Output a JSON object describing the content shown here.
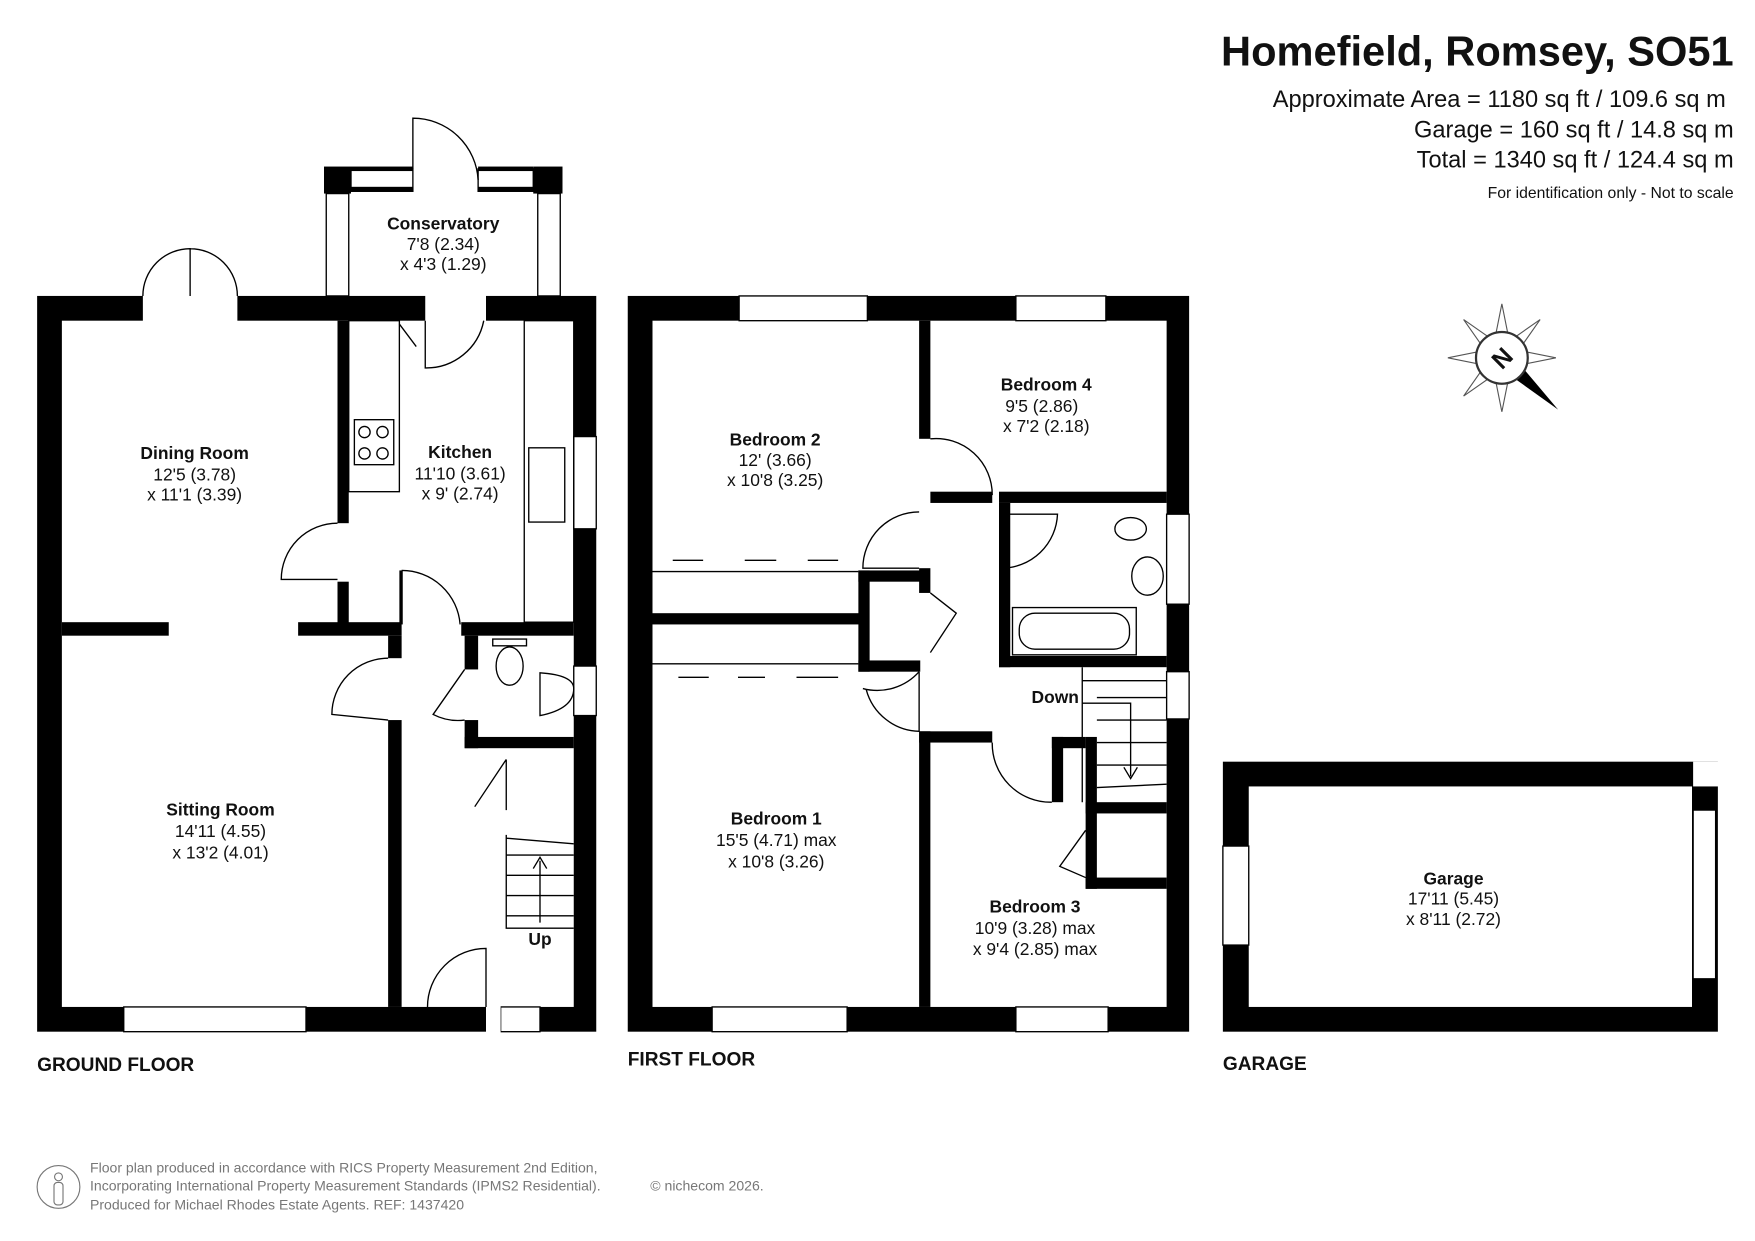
{
  "header": {
    "title": "Homefield, Romsey, SO51",
    "approx_area": "Approximate Area = 1180 sq ft / 109.6 sq m",
    "garage_area": "Garage = 160 sq ft / 14.8 sq m",
    "total_area": "Total = 1340 sq ft / 124.4 sq m",
    "disclaimer": "For identification only - Not to scale"
  },
  "compass": {
    "label": "N"
  },
  "ground_floor": {
    "label": "GROUND FLOOR",
    "rooms": [
      {
        "name": "Conservatory",
        "dim1": "7'8 (2.34)",
        "dim2": "x 4'3 (1.29)"
      },
      {
        "name": "Dining Room",
        "dim1": "12'5 (3.78)",
        "dim2": "x 11'1 (3.39)"
      },
      {
        "name": "Kitchen",
        "dim1": "11'10 (3.61)",
        "dim2": "x 9' (2.74)"
      },
      {
        "name": "Sitting Room",
        "dim1": "14'11 (4.55)",
        "dim2": "x 13'2 (4.01)"
      }
    ],
    "stairs_label": "Up"
  },
  "first_floor": {
    "label": "FIRST FLOOR",
    "rooms": [
      {
        "name": "Bedroom 2",
        "dim1": "12' (3.66)",
        "dim2": "x 10'8 (3.25)"
      },
      {
        "name": "Bedroom 4",
        "dim1": "9'5 (2.86)",
        "dim2": "x 7'2 (2.18)"
      },
      {
        "name": "Bedroom 1",
        "dim1": "15'5 (4.71) max",
        "dim2": "x 10'8 (3.26)"
      },
      {
        "name": "Bedroom 3",
        "dim1": "10'9 (3.28) max",
        "dim2": "x 9'4 (2.85) max"
      }
    ],
    "stairs_label": "Down"
  },
  "garage": {
    "label": "GARAGE",
    "room": {
      "name": "Garage",
      "dim1": "17'11 (5.45)",
      "dim2": "x 8'11 (2.72)"
    }
  },
  "footer": {
    "line1": "Floor plan produced in accordance with RICS Property Measurement 2nd Edition,",
    "line2": "Incorporating International Property Measurement Standards (IPMS2 Residential).",
    "copyright": "© nichecom 2026.",
    "line3": "Produced for Michael Rhodes Estate Agents.   REF: 1437420"
  }
}
